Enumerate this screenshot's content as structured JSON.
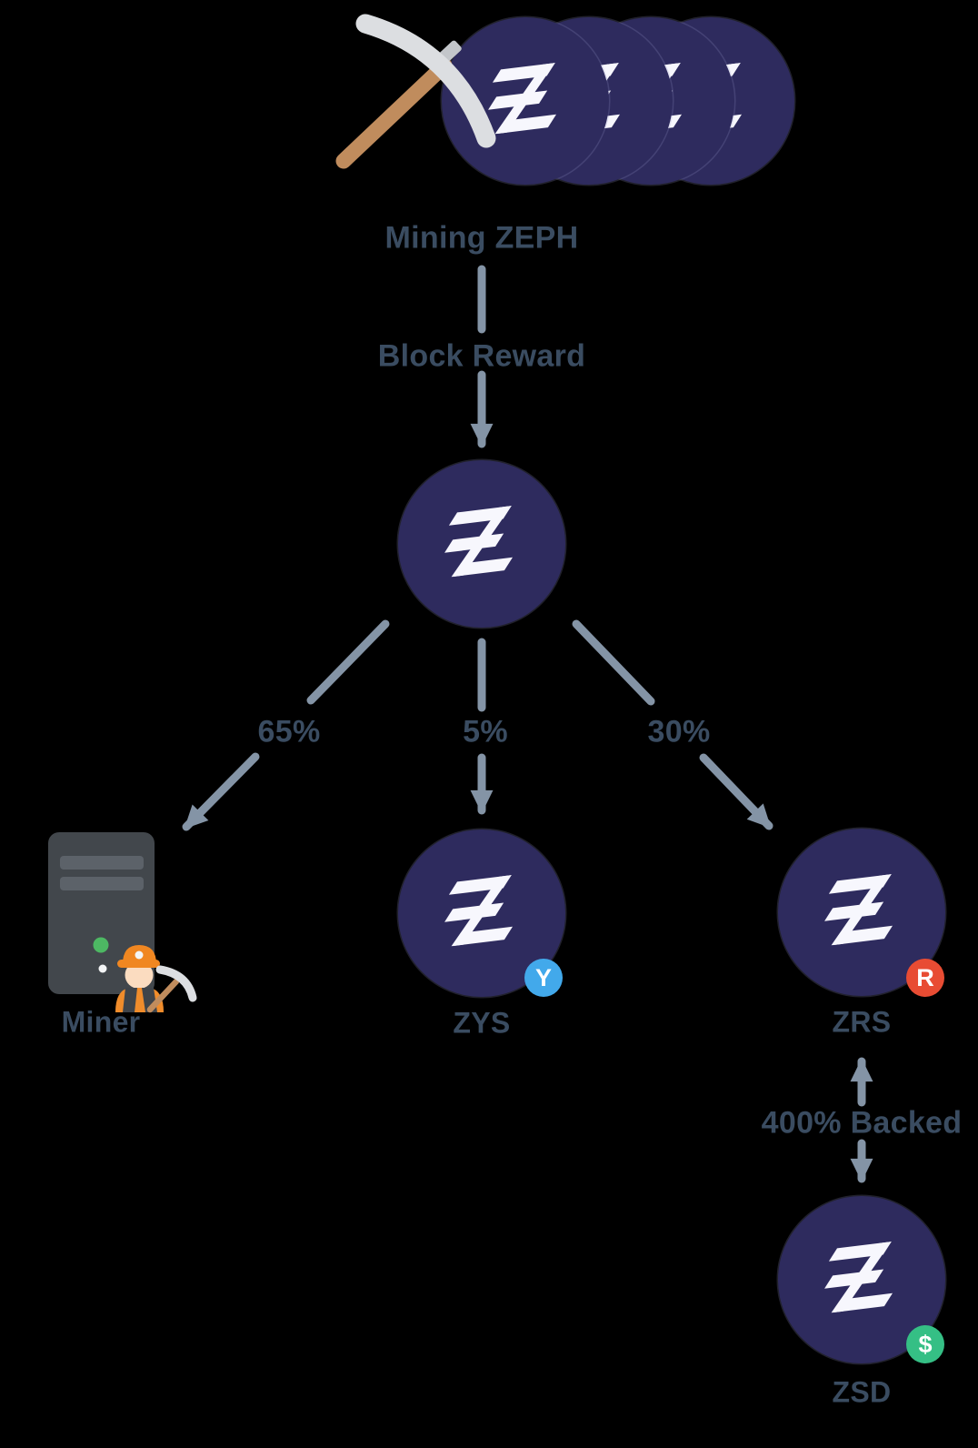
{
  "diagram": {
    "top_group": {
      "label": "Mining ZEPH",
      "coin_count": 4,
      "icons": [
        "pickaxe-icon",
        "zeph-coin-icon"
      ]
    },
    "flow": {
      "block_reward_label": "Block Reward",
      "branches": [
        {
          "percent": "65%",
          "target": "Miner"
        },
        {
          "percent": "5%",
          "target": "ZYS"
        },
        {
          "percent": "30%",
          "target": "ZRS"
        }
      ],
      "backing_label": "400% Backed"
    },
    "nodes": {
      "miner": {
        "label": "Miner",
        "icon": "mining-rig-icon"
      },
      "zys": {
        "label": "ZYS",
        "badge_glyph": "Y",
        "icon": "zeph-coin-icon"
      },
      "zrs": {
        "label": "ZRS",
        "badge_glyph": "R",
        "icon": "zeph-coin-icon"
      },
      "zsd": {
        "label": "ZSD",
        "badge_glyph": "$",
        "icon": "zeph-coin-icon"
      }
    }
  },
  "colors": {
    "background": "#000000",
    "coin": "#2e2b5e",
    "coin-edge": "#43417a",
    "logo": "#f7f7fd",
    "arrow": "#8494a6",
    "text": "#3a4c61",
    "badge-yield": "#42a9eb",
    "badge-reserve": "#e84c33",
    "badge-stable": "#35bf85",
    "pickaxe-head": "#dcdee1",
    "pickaxe-joint": "#c3c6ca",
    "pickaxe-handle": "#c08c5d",
    "server-body": "#42474c",
    "server-slot": "#5c6269",
    "led-green": "#4db863",
    "led-white": "#f3f5f6",
    "hat-orange": "#f08721",
    "skin": "#fbdcc0",
    "vest-orange": "#f08c2b",
    "vest-dark": "#3f444a"
  }
}
